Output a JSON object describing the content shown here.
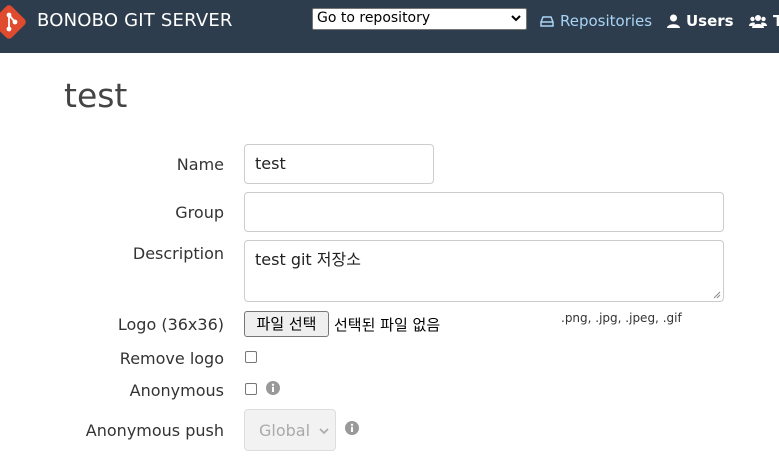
{
  "header": {
    "brand": "BONOBO GIT SERVER",
    "repo_select_value": "Go to repository",
    "nav": {
      "repositories": "Repositories",
      "users": "Users",
      "teams": "T"
    }
  },
  "page": {
    "title": "test"
  },
  "form": {
    "name_label": "Name",
    "name_value": "test",
    "group_label": "Group",
    "group_value": "",
    "description_label": "Description",
    "description_value": "test git 저장소",
    "logo_label": "Logo (36x36)",
    "logo_button": "파일 선택",
    "logo_no_file": "선택된 파일 없음",
    "logo_hint": ".png, .jpg, .jpeg, .gif",
    "remove_logo_label": "Remove logo",
    "remove_logo_checked": false,
    "anonymous_label": "Anonymous",
    "anonymous_checked": false,
    "anonymous_push_label": "Anonymous push",
    "anonymous_push_value": "Global"
  },
  "colors": {
    "navbar_bg": "#2e3d4d",
    "brand_icon": "#e04b2f",
    "nav_active": "#a8d4f5"
  }
}
